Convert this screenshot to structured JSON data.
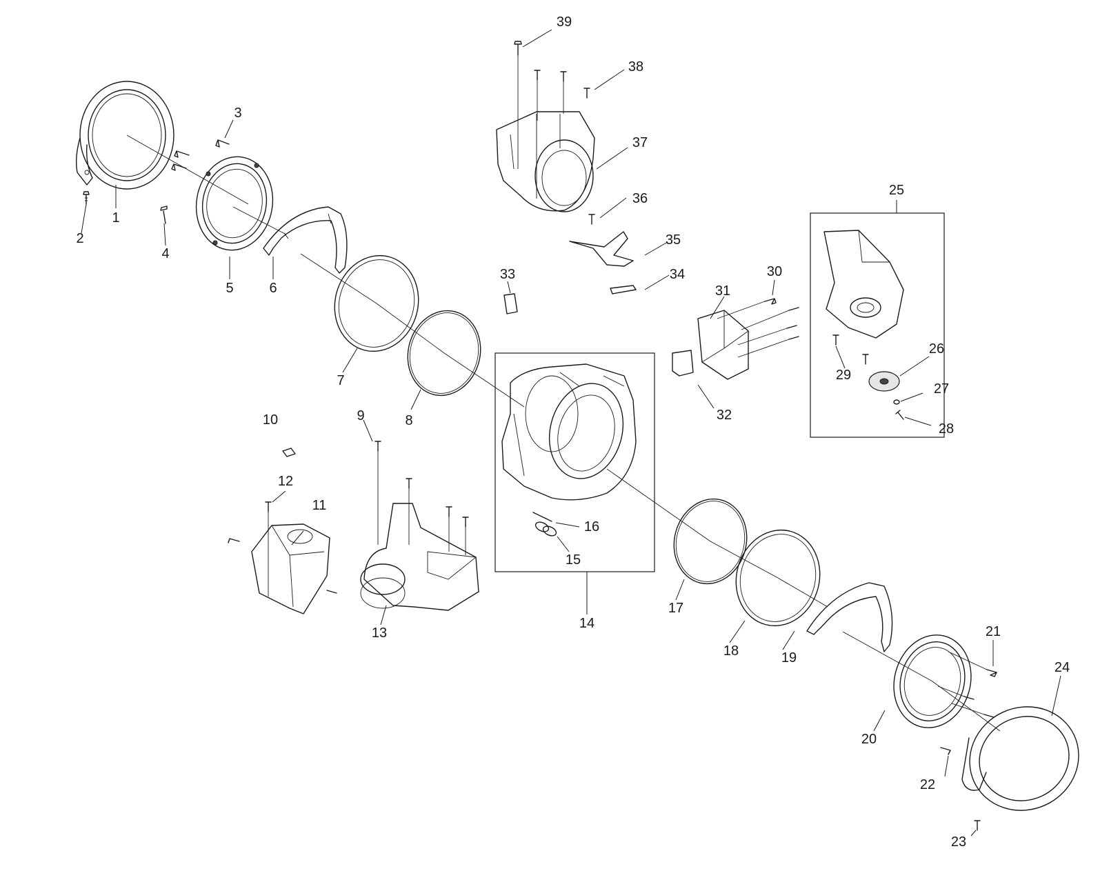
{
  "diagram": {
    "labels": [
      "1",
      "2",
      "3",
      "4",
      "5",
      "6",
      "7",
      "8",
      "9",
      "10",
      "11",
      "12",
      "13",
      "14",
      "15",
      "16",
      "17",
      "18",
      "19",
      "20",
      "21",
      "22",
      "23",
      "24",
      "25",
      "26",
      "27",
      "28",
      "29",
      "30",
      "31",
      "32",
      "33",
      "34",
      "35",
      "36",
      "37",
      "38",
      "39"
    ]
  }
}
